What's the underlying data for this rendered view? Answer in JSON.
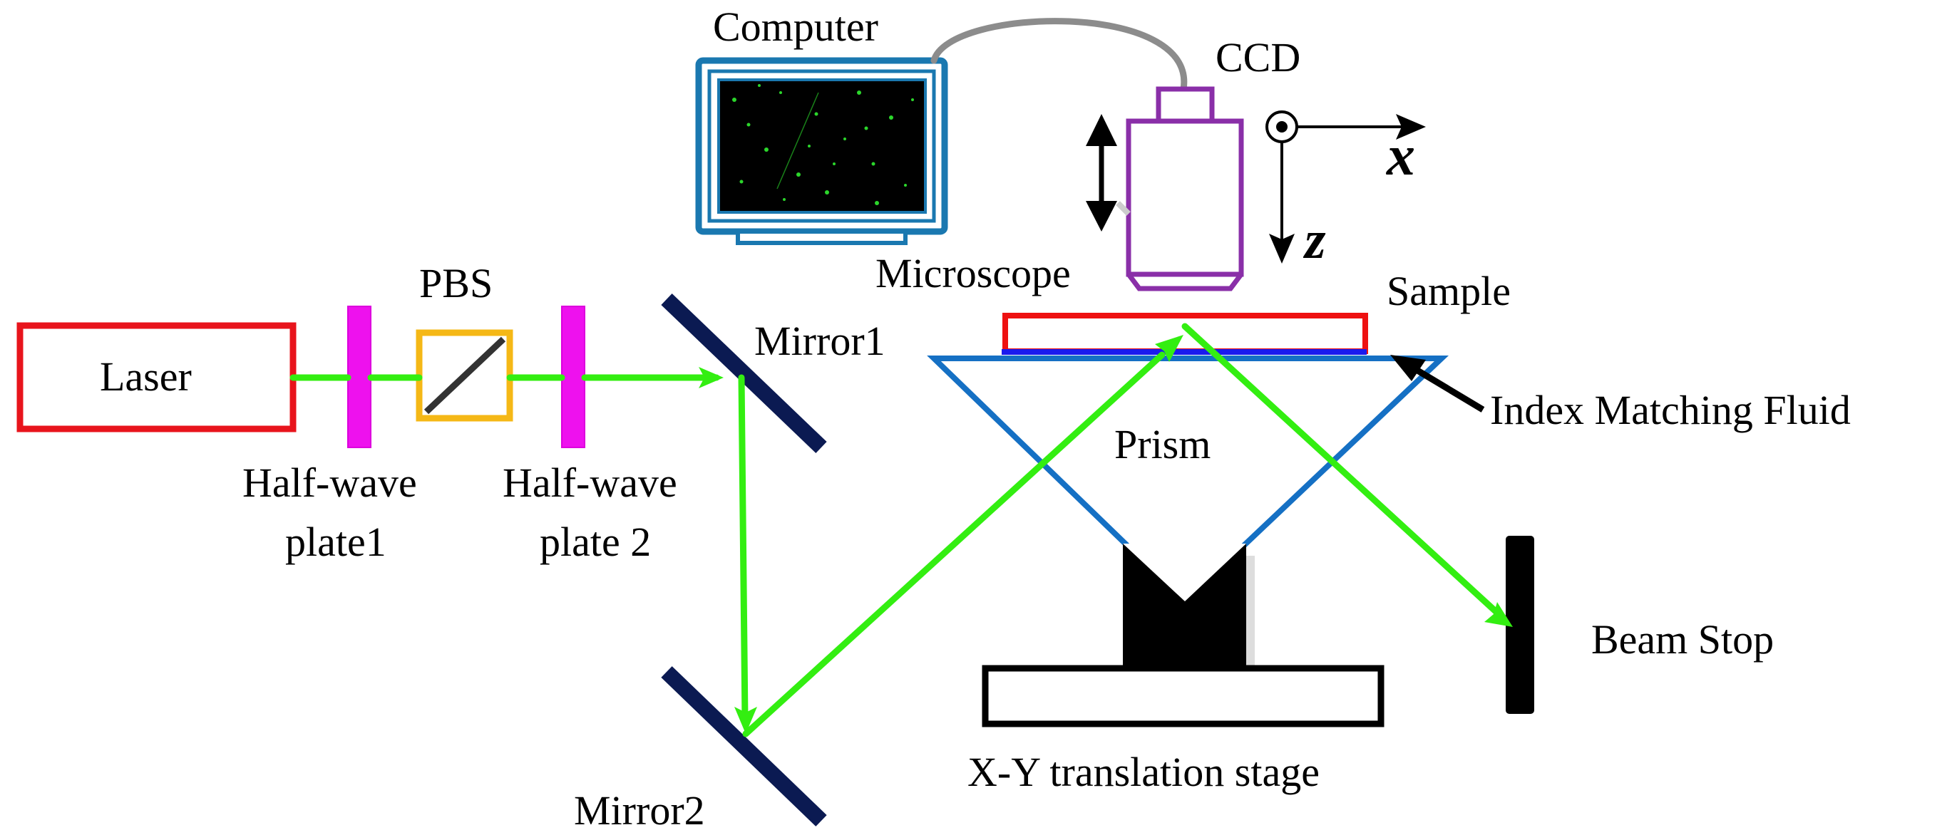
{
  "labels": {
    "computer": "Computer",
    "ccd": "CCD",
    "microscope": "Microscope",
    "sample": "Sample",
    "pbs": "PBS",
    "laser": "Laser",
    "mirror1": "Mirror1",
    "mirror2": "Mirror2",
    "prism": "Prism",
    "index_matching_fluid": "Index Matching Fluid",
    "half_wave_plate1_line1": "Half-wave",
    "half_wave_plate1_line2": "plate1",
    "half_wave_plate2_line1": "Half-wave",
    "half_wave_plate2_line2": "plate 2",
    "beam_stop": "Beam Stop",
    "stage": "X-Y translation stage",
    "axis_x": "x",
    "axis_z": "z"
  },
  "colors": {
    "beam": "#33ee11",
    "laser_box": "#e8141c",
    "waveplate": "#ee11ee",
    "pbs_box": "#f5b816",
    "mirror": "#0b1a52",
    "prism": "#1570c4",
    "sample": "#ee1111",
    "fluid": "#1a1aee",
    "ccd": "#8a2fa8",
    "monitor": "#1a78b0",
    "cable": "#8c8c8c",
    "stage": "#000000"
  }
}
